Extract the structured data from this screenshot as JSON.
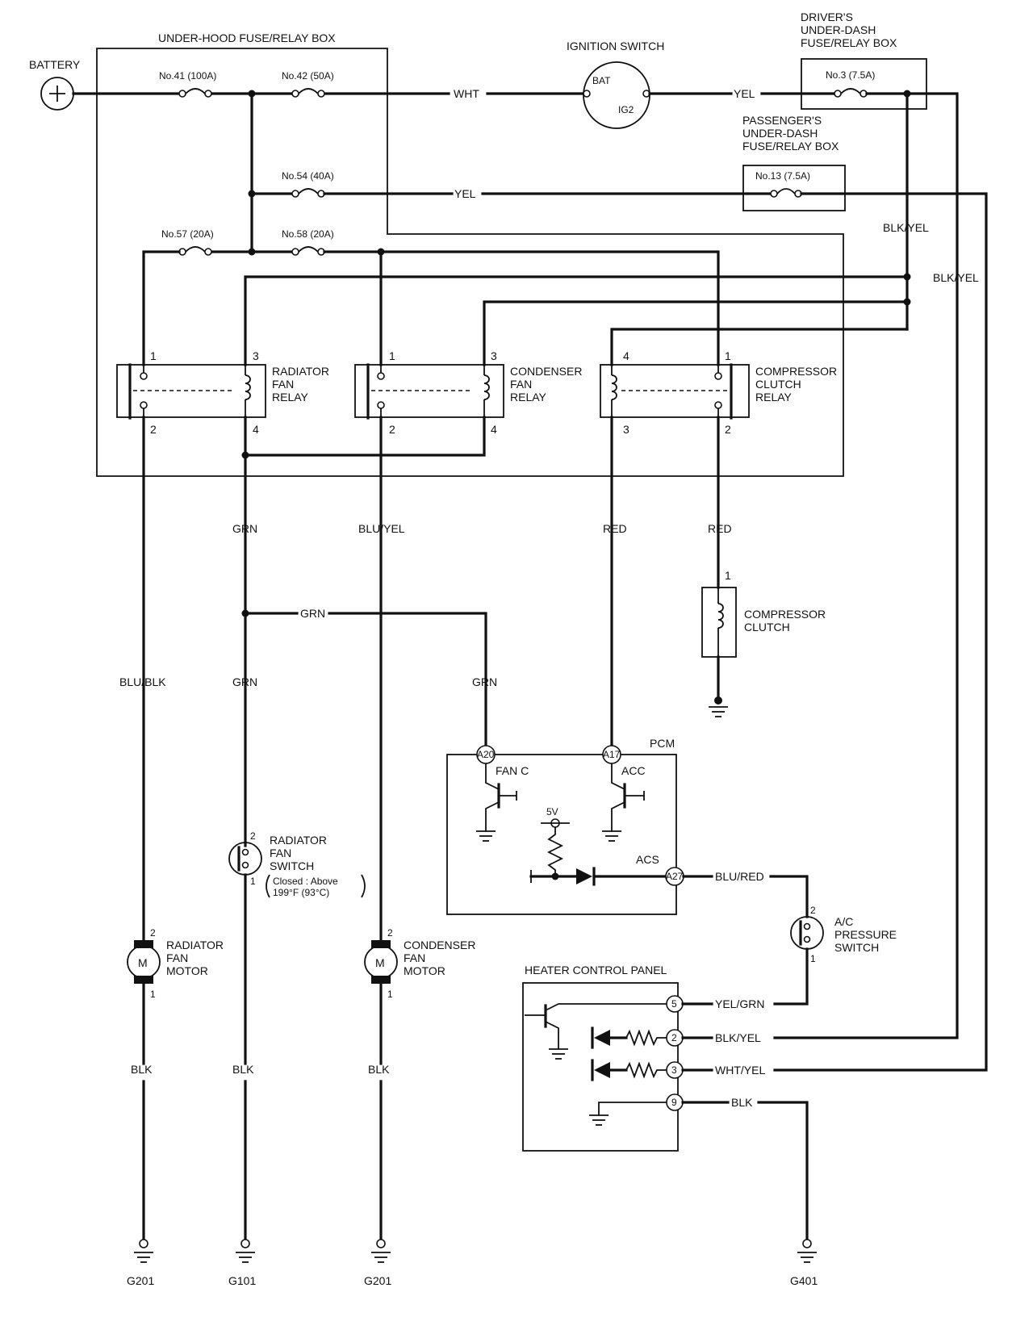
{
  "boxes": {
    "underhood": "UNDER-HOOD FUSE/RELAY BOX",
    "driver": [
      "DRIVER'S",
      "UNDER-DASH",
      "FUSE/RELAY BOX"
    ],
    "passenger": [
      "PASSENGER'S",
      "UNDER-DASH",
      "FUSE/RELAY BOX"
    ],
    "heater": "HEATER CONTROL PANEL",
    "pcm": "PCM"
  },
  "battery": "BATTERY",
  "ignition": {
    "title": "IGNITION SWITCH",
    "bat": "BAT",
    "ig2": "IG2"
  },
  "fuses": {
    "f41": "No.41 (100A)",
    "f42": "No.42 (50A)",
    "f54": "No.54 (40A)",
    "f57": "No.57 (20A)",
    "f58": "No.58 (20A)",
    "f3": "No.3 (7.5A)",
    "f13": "No.13 (7.5A)"
  },
  "relays": {
    "radiator": [
      "RADIATOR",
      "FAN",
      "RELAY"
    ],
    "condenser": [
      "CONDENSER",
      "FAN",
      "RELAY"
    ],
    "compressor": [
      "COMPRESSOR",
      "CLUTCH",
      "RELAY"
    ]
  },
  "pins": {
    "p1": "1",
    "p2": "2",
    "p3": "3",
    "p4": "4",
    "p5": "5",
    "p9": "9"
  },
  "wires": {
    "wht": "WHT",
    "yel": "YEL",
    "blkyel": "BLK/YEL",
    "grn": "GRN",
    "bluyel": "BLU/YEL",
    "red": "RED",
    "blublk": "BLU/BLK",
    "blk": "BLK",
    "blured": "BLU/RED",
    "yelgrn": "YEL/GRN",
    "whtyel": "WHT/YEL"
  },
  "components": {
    "clutch": [
      "COMPRESSOR",
      "CLUTCH"
    ],
    "radSwitch": [
      "RADIATOR",
      "FAN",
      "SWITCH"
    ],
    "radSwitchNote": [
      "Closed : Above",
      "199°F (93°C)"
    ],
    "radMotor": [
      "RADIATOR",
      "FAN",
      "MOTOR"
    ],
    "condMotor": [
      "CONDENSER",
      "FAN",
      "MOTOR"
    ],
    "pressure": [
      "A/C",
      "PRESSURE",
      "SWITCH"
    ],
    "motor": "M"
  },
  "pcmPins": {
    "a20": "A20",
    "a17": "A17",
    "a27": "A27",
    "fanc": "FAN C",
    "acc": "ACC",
    "acs": "ACS",
    "v5": "5V"
  },
  "grounds": {
    "g201": "G201",
    "g101": "G101",
    "g401": "G401"
  }
}
